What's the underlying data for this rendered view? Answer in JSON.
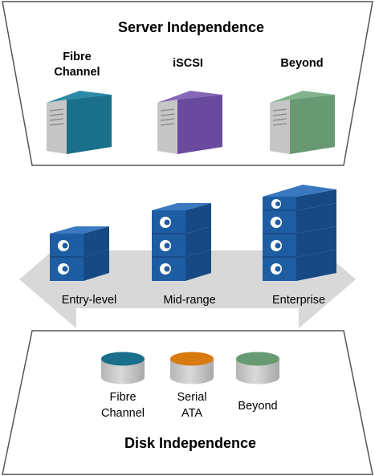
{
  "server_section": {
    "title": "Server Independence",
    "items": [
      {
        "label_line1": "Fibre",
        "label_line2": "Channel",
        "color": "#1a6f8a"
      },
      {
        "label_line1": "iSCSI",
        "label_line2": "",
        "color": "#6a4a9e"
      },
      {
        "label_line1": "Beyond",
        "label_line2": "",
        "color": "#679a72"
      }
    ]
  },
  "storage_section": {
    "arrow_color": "#d8d8d8",
    "unit_color": "#1f5da3",
    "tiers": [
      {
        "label": "Entry-level",
        "units": 2
      },
      {
        "label": "Mid-range",
        "units": 3
      },
      {
        "label": "Enterprise",
        "units": 4
      }
    ]
  },
  "disk_section": {
    "title": "Disk Independence",
    "items": [
      {
        "label_line1": "Fibre",
        "label_line2": "Channel",
        "color": "#1a6f8a"
      },
      {
        "label_line1": "Serial",
        "label_line2": "ATA",
        "color": "#d97a10"
      },
      {
        "label_line1": "Beyond",
        "label_line2": "",
        "color": "#679a72"
      }
    ]
  },
  "colors": {
    "frame_stroke": "#555555",
    "device_gray": "#c8c8c8",
    "device_gray_dark": "#a9a9a9"
  }
}
